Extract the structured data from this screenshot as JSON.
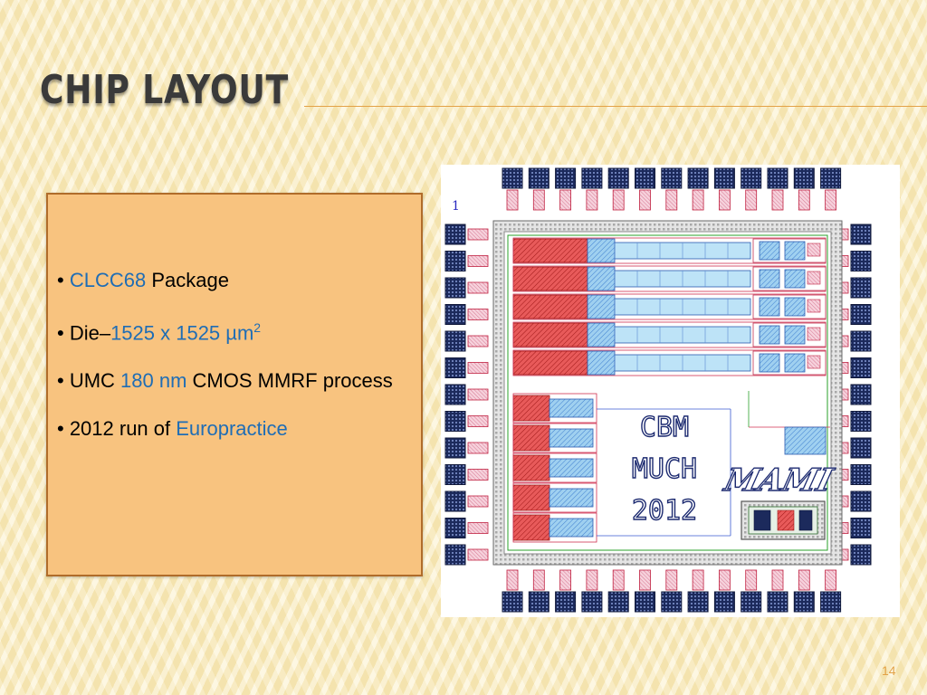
{
  "slide": {
    "title": "CHIP LAYOUT",
    "page_number": "14"
  },
  "bullets": {
    "b1": {
      "prefix": "• ",
      "highlight": "CLCC68",
      "text": " Package"
    },
    "b2": {
      "prefix": "• Die–",
      "highlight": "1525 x 1525 µm",
      "superscript": "2"
    },
    "b3": {
      "prefix": "• UMC ",
      "highlight": "180 nm",
      "text": " CMOS MMRF process"
    },
    "b4": {
      "prefix": "• 2012 run of ",
      "highlight": "Europractice"
    }
  },
  "chip": {
    "corner_label": "1",
    "logo_lines": [
      "CBM",
      "MUCH",
      "2012"
    ],
    "logo_mark": "MAMI"
  },
  "colors": {
    "highlight": "#1f6db5",
    "title_rule": "#e3a247",
    "box_fill": "#f8c37f",
    "box_border": "#b06c2a"
  }
}
